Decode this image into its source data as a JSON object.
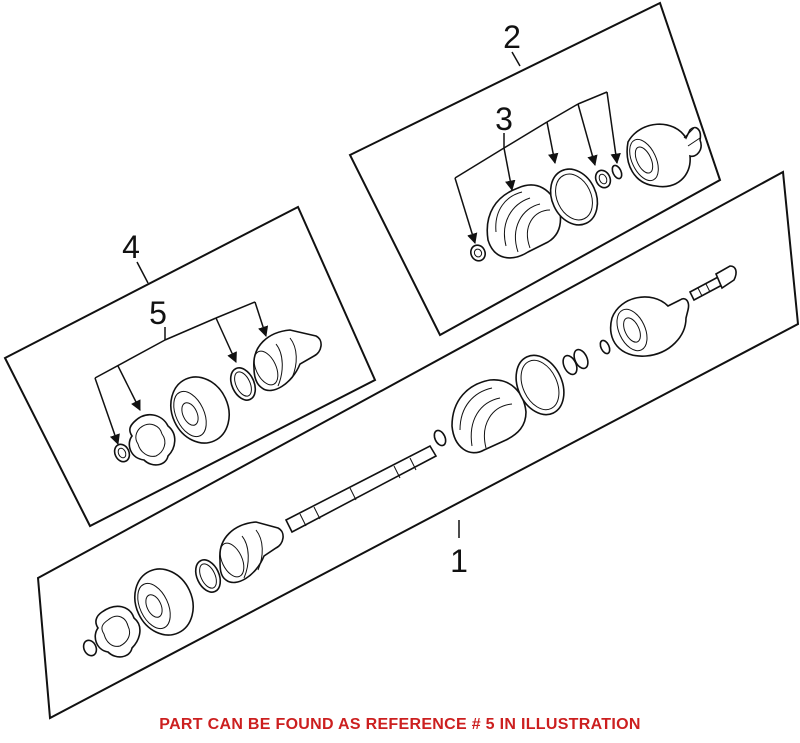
{
  "callouts": {
    "ref_1": "1",
    "ref_2": "2",
    "ref_3": "3",
    "ref_4": "4",
    "ref_5": "5"
  },
  "footer": {
    "note": "PART CAN BE FOUND AS REFERENCE # 5 IN ILLUSTRATION",
    "color": "#cc1f1f"
  }
}
